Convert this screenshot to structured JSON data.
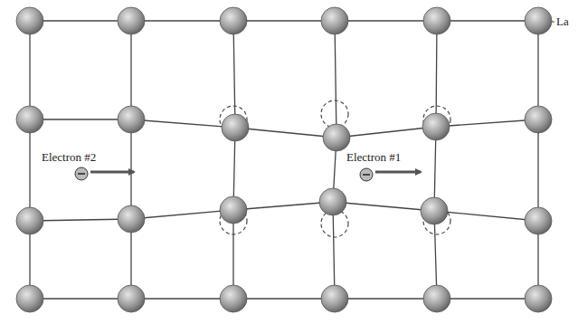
{
  "diagram": {
    "labels": [
      "La",
      "Electron #2",
      "Electron #1"
    ]
  }
}
